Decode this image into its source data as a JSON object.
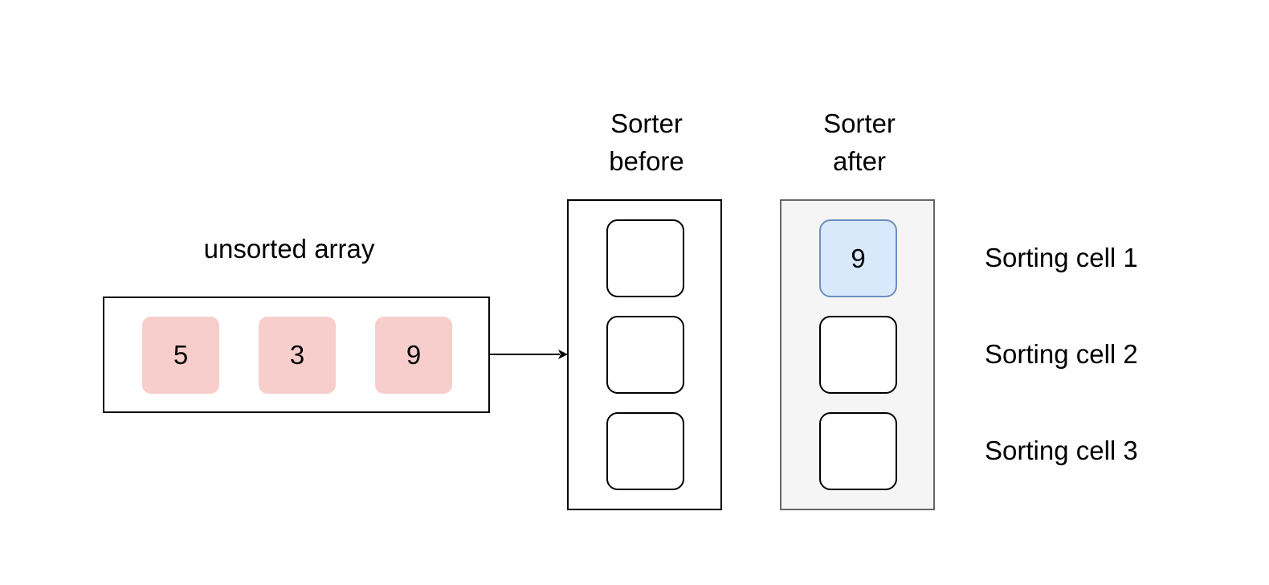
{
  "unsorted": {
    "title": "unsorted array",
    "items": [
      "5",
      "3",
      "9"
    ],
    "item_color": "#f8cecc"
  },
  "sorter_before": {
    "title_line1": "Sorter",
    "title_line2": "before",
    "cells": [
      "",
      "",
      ""
    ]
  },
  "sorter_after": {
    "title_line1": "Sorter",
    "title_line2": "after",
    "cells": [
      "9",
      "",
      ""
    ],
    "background": "#f5f5f5",
    "filled_cell_color": "#dae8fc",
    "filled_cell_border": "#6c8ebf"
  },
  "row_labels": [
    "Sorting cell 1",
    "Sorting cell 2",
    "Sorting cell 3"
  ]
}
